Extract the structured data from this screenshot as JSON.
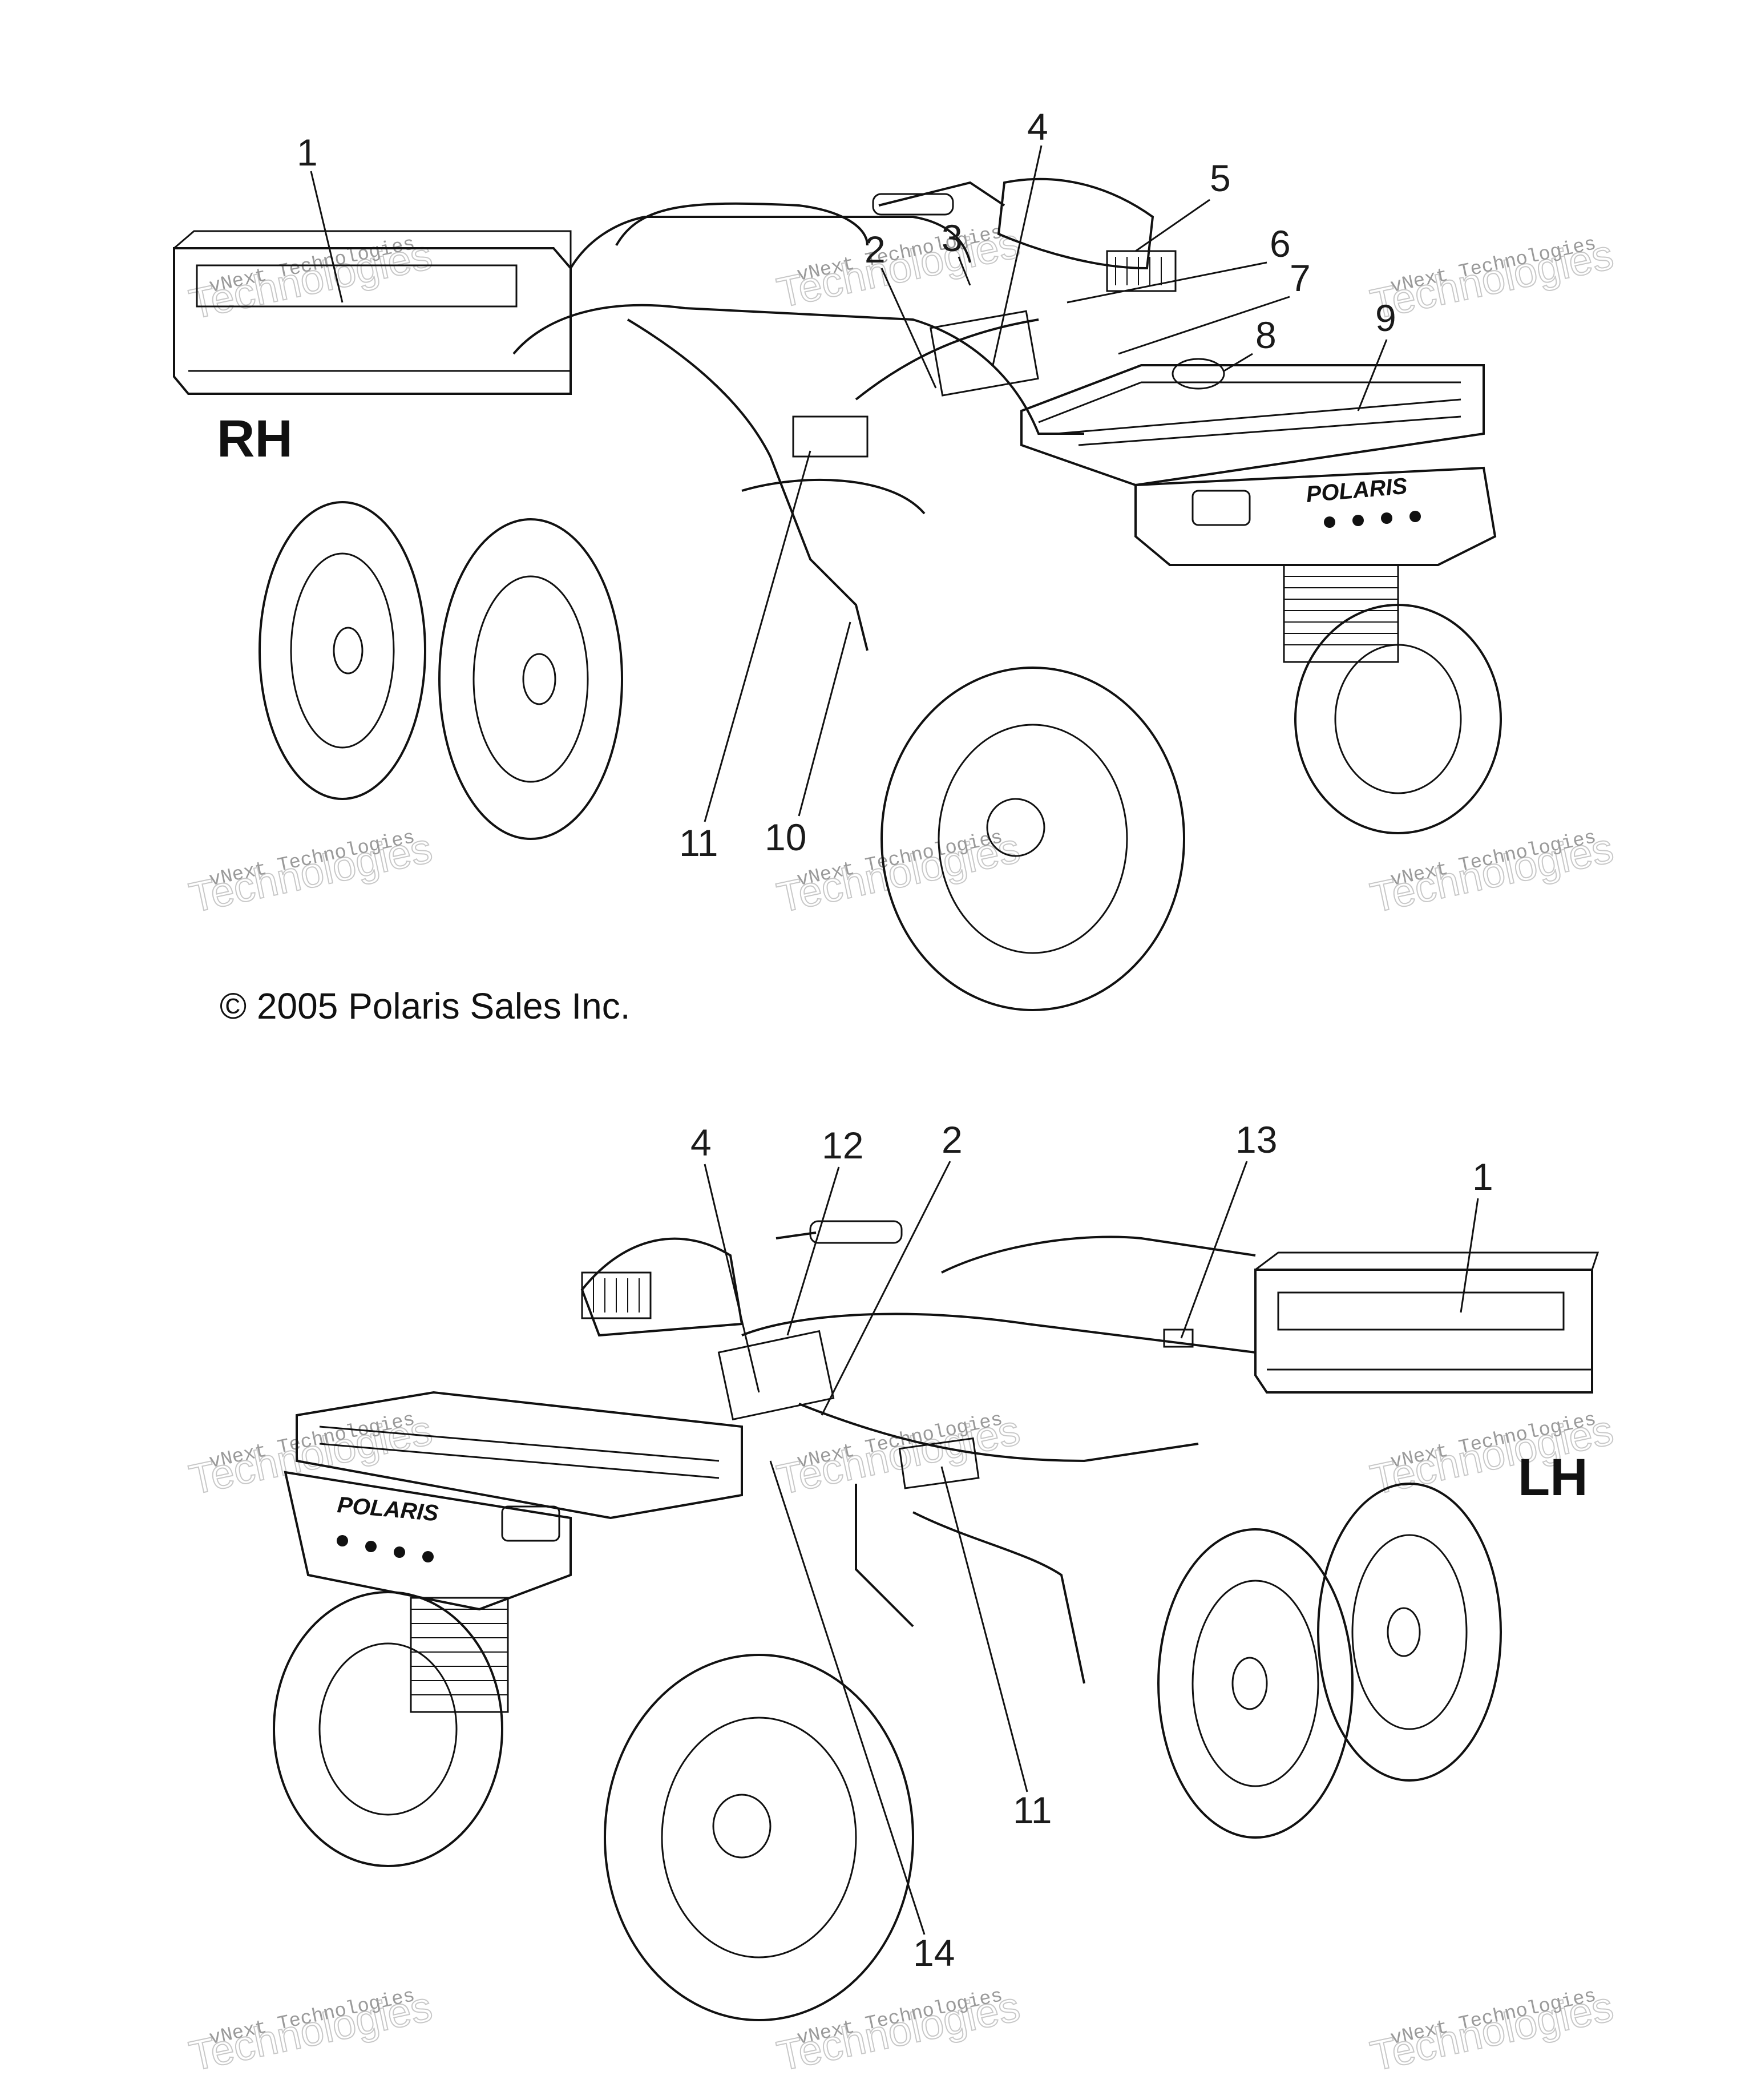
{
  "diagram": {
    "copyright": "© 2005 Polaris Sales Inc.",
    "views": [
      {
        "side_label": "RH",
        "callouts": [
          "1",
          "2",
          "3",
          "4",
          "5",
          "6",
          "7",
          "8",
          "9",
          "10",
          "11"
        ]
      },
      {
        "side_label": "LH",
        "callouts": [
          "4",
          "12",
          "2",
          "13",
          "1",
          "11",
          "14"
        ]
      }
    ],
    "brand_text": "POLARIS",
    "watermark": {
      "line1": "vNext Technologies",
      "line2": "Technologies"
    }
  }
}
